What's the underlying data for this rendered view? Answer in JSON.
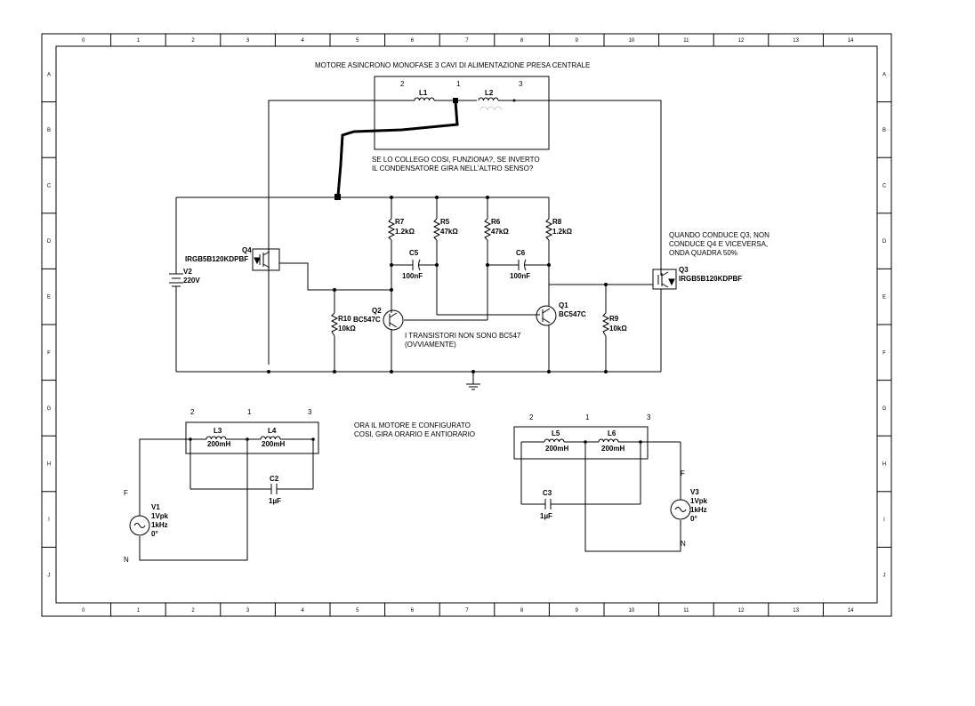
{
  "frame": {
    "cols": [
      "0",
      "1",
      "2",
      "3",
      "4",
      "5",
      "6",
      "7",
      "8",
      "9",
      "10",
      "11",
      "12",
      "13",
      "14"
    ],
    "rows": [
      "A",
      "B",
      "C",
      "D",
      "E",
      "F",
      "G",
      "H",
      "I",
      "J"
    ]
  },
  "notes": {
    "title": "MOTORE ASINCRONO MONOFASE 3 CAVI DI ALIMENTAZIONE PRESA CENTRALE",
    "question_1": "SE LO COLLEGO COSI, FUNZIONA?, SE INVERTO",
    "question_2": "IL CONDENSATORE GIRA NELL'ALTRO SENSO?",
    "q3_note_1": "QUANDO CONDUCE Q3, NON",
    "q3_note_2": "CONDUCE Q4 E VICEVERSA,",
    "q3_note_3": "ONDA QUADRA 50%",
    "transistor_note_1": "I TRANSISTORI NON SONO BC547",
    "transistor_note_2": "(OVVIAMENTE)",
    "config_note_1": "ORA IL MOTORE E CONFIGURATO",
    "config_note_2": "COSI, GIRA ORARIO E ANTIORARIO"
  },
  "top_motor": {
    "t2": "2",
    "t1": "1",
    "t3": "3",
    "L1": "L1",
    "L2": "L2"
  },
  "components": {
    "Q4_name": "Q4",
    "Q4_part": "IRGB5B120KDPBF",
    "Q3_name": "Q3",
    "Q3_part": "IRGB5B120KDPBF",
    "V2_name": "V2",
    "V2_value": "220V",
    "R7_name": "R7",
    "R7_value": "1.2kΩ",
    "R5_name": "R5",
    "R5_value": "47kΩ",
    "R6_name": "R6",
    "R6_value": "47kΩ",
    "R8_name": "R8",
    "R8_value": "1.2kΩ",
    "C5_name": "C5",
    "C5_value": "100nF",
    "C6_name": "C6",
    "C6_value": "100nF",
    "R10_name": "R10",
    "R10_value": "10kΩ",
    "R9_name": "R9",
    "R9_value": "10kΩ",
    "Q2_name": "Q2",
    "Q2_part": "BC547C",
    "Q1_name": "Q1",
    "Q1_part": "BC547C"
  },
  "left_motor": {
    "t2": "2",
    "t1": "1",
    "t3": "3",
    "L3_name": "L3",
    "L3_value": "200mH",
    "L4_name": "L4",
    "L4_value": "200mH",
    "C2_name": "C2",
    "C2_value": "1µF",
    "V1_name": "V1",
    "V1_l1": "1Vpk",
    "V1_l2": "1kHz",
    "V1_l3": "0°",
    "F": "F",
    "N": "N"
  },
  "right_motor": {
    "t2": "2",
    "t1": "1",
    "t3": "3",
    "L5_name": "L5",
    "L5_value": "200mH",
    "L6_name": "L6",
    "L6_value": "200mH",
    "C3_name": "C3",
    "C3_value": "1µF",
    "V3_name": "V3",
    "V3_l1": "1Vpk",
    "V3_l2": "1kHz",
    "V3_l3": "0°",
    "F": "F",
    "N": "N"
  }
}
